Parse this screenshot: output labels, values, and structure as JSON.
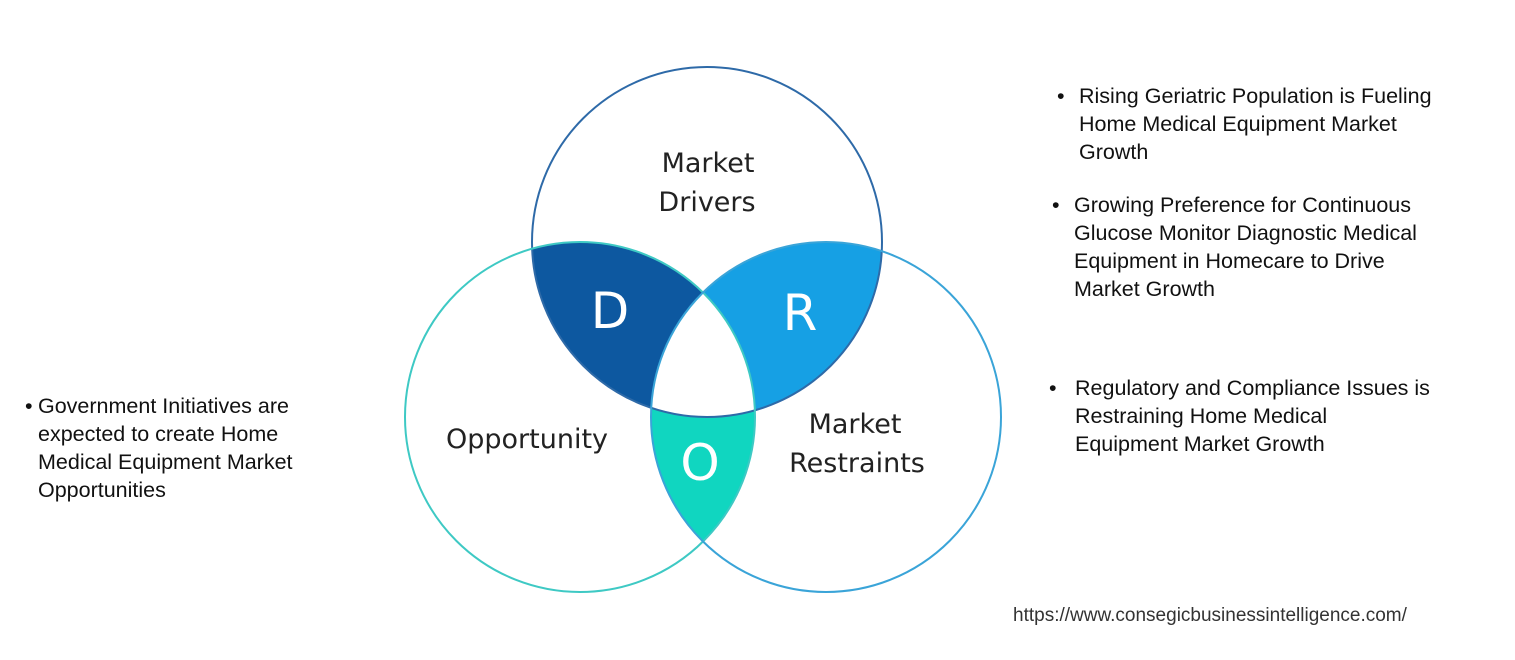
{
  "diagram": {
    "circles": {
      "drivers": {
        "label_line1": "Market",
        "label_line2": "Drivers",
        "stroke": "#2e6aa8"
      },
      "opportunity": {
        "label": "Opportunity",
        "stroke": "#3ec9c4"
      },
      "restraints": {
        "label_line1": "Market",
        "label_line2": "Restraints",
        "stroke": "#3aa4d8"
      }
    },
    "intersections": {
      "d": {
        "letter": "D",
        "fill": "#0d58a0"
      },
      "r": {
        "letter": "R",
        "fill": "#16a0e4"
      },
      "o": {
        "letter": "O",
        "fill": "#10d6c0"
      }
    }
  },
  "points": {
    "drivers": [
      {
        "bullet": "•",
        "text_lines": [
          "Rising Geriatric Population is Fueling",
          "Home Medical Equipment Market",
          "Growth"
        ]
      },
      {
        "bullet": "•",
        "text_lines": [
          "Growing Preference for Continuous",
          "Glucose Monitor Diagnostic Medical",
          "Equipment in Homecare to Drive",
          "Market Growth"
        ]
      }
    ],
    "restraints": [
      {
        "bullet": "•",
        "text_lines": [
          "Regulatory and Compliance Issues is",
          "Restraining Home Medical",
          "Equipment Market Growth"
        ]
      }
    ],
    "opportunities": [
      {
        "bullet": "•",
        "text_lines": [
          "Government Initiatives are",
          "expected to create Home",
          "Medical Equipment Market",
          "Opportunities"
        ]
      }
    ]
  },
  "footer": {
    "url": "https://www.consegicbusinessintelligence.com/"
  }
}
